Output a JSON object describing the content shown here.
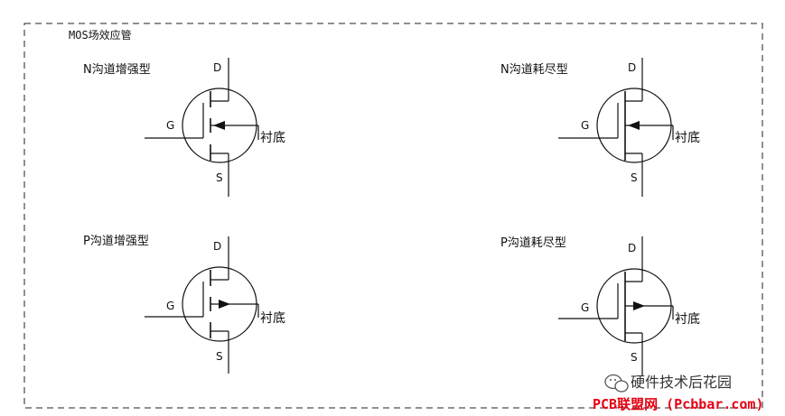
{
  "frame": {
    "title": "MOS场效应管"
  },
  "devices": [
    {
      "title": "N沟道增强型",
      "pin_d": "D",
      "pin_g": "G",
      "pin_s": "S",
      "substrate": "衬底"
    },
    {
      "title": "N沟道耗尽型",
      "pin_d": "D",
      "pin_g": "G",
      "pin_s": "S",
      "substrate": "衬底"
    },
    {
      "title": "P沟道增强型",
      "pin_d": "D",
      "pin_g": "G",
      "pin_s": "S",
      "substrate": "衬底"
    },
    {
      "title": "P沟道耗尽型",
      "pin_d": "D",
      "pin_g": "G",
      "pin_s": "S",
      "substrate": "衬底"
    }
  ],
  "watermark": {
    "brand": "硬件技术后花园",
    "site": "PCB联盟网 (Pcbbar.com)",
    "brand_color": "#333333",
    "site_color": "#e60012"
  }
}
